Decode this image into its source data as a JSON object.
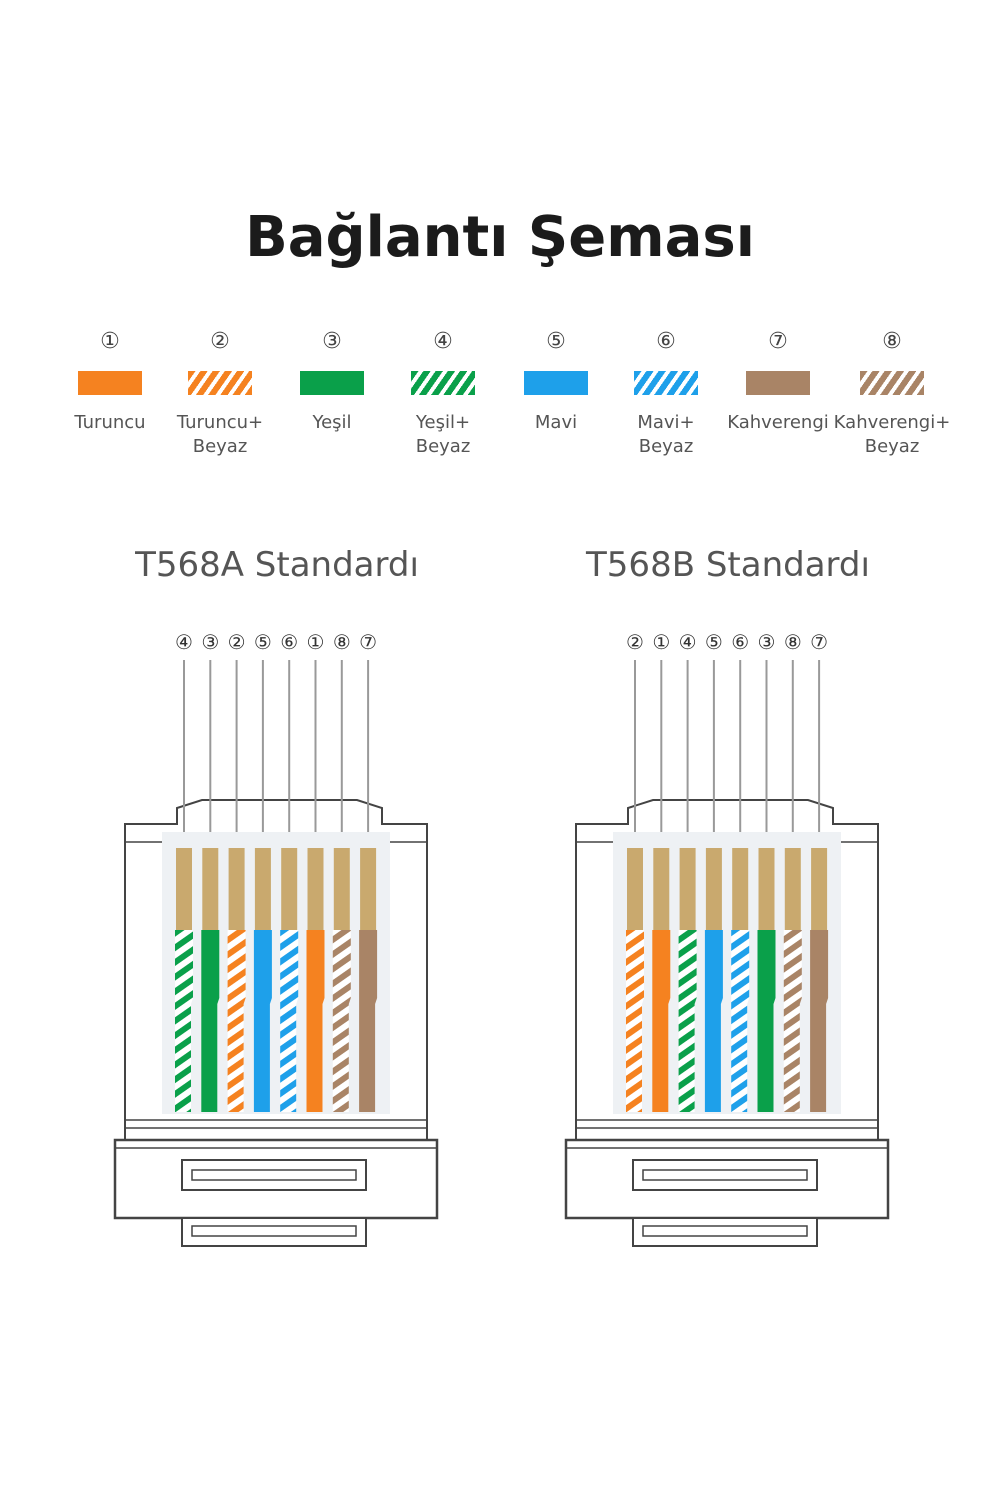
{
  "title": "Bağlantı Şeması",
  "legend": [
    {
      "num": "①",
      "label": "Turuncu",
      "color": "#f58220",
      "striped": false
    },
    {
      "num": "②",
      "label": "Turuncu+\nBeyaz",
      "color": "#f58220",
      "striped": true
    },
    {
      "num": "③",
      "label": "Yeşil",
      "color": "#0aa04a",
      "striped": false
    },
    {
      "num": "④",
      "label": "Yeşil+\nBeyaz",
      "color": "#0aa04a",
      "striped": true
    },
    {
      "num": "⑤",
      "label": "Mavi",
      "color": "#1ea0ea",
      "striped": false
    },
    {
      "num": "⑥",
      "label": "Mavi+\nBeyaz",
      "color": "#1ea0ea",
      "striped": true
    },
    {
      "num": "⑦",
      "label": "Kahverengi",
      "color": "#a98466",
      "striped": false
    },
    {
      "num": "⑧",
      "label": "Kahverengi+\nBeyaz",
      "color": "#a98466",
      "striped": true
    }
  ],
  "standards": [
    {
      "title": "T568A Standardı",
      "pins": [
        "④",
        "③",
        "②",
        "⑤",
        "⑥",
        "①",
        "⑧",
        "⑦"
      ],
      "wires": [
        4,
        3,
        2,
        5,
        6,
        1,
        8,
        7
      ]
    },
    {
      "title": "T568B Standardı",
      "pins": [
        "②",
        "①",
        "④",
        "⑤",
        "⑥",
        "③",
        "⑧",
        "⑦"
      ],
      "wires": [
        2,
        1,
        4,
        5,
        6,
        3,
        8,
        7
      ]
    }
  ],
  "colors": {
    "contact": "#c9a96e",
    "outline": "#444444",
    "pin_line": "#999999",
    "housing_inner": "#eef1f4"
  }
}
